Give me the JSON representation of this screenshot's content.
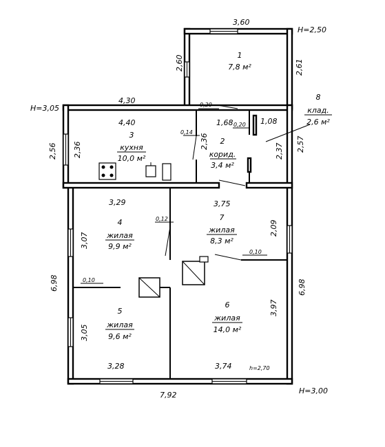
{
  "heights": {
    "top_right": "H=2,50",
    "left": "H=3,05",
    "bottom_right": "H=3,00"
  },
  "rooms": [
    {
      "number": "1",
      "name": "",
      "area": "7,8 м²"
    },
    {
      "number": "2",
      "name": "корид.",
      "area": "3,4 м²"
    },
    {
      "number": "3",
      "name": "кухня",
      "area": "10,0 м²"
    },
    {
      "number": "4",
      "name": "жилая",
      "area": "9,9 м²"
    },
    {
      "number": "5",
      "name": "жилая",
      "area": "9,6 м²"
    },
    {
      "number": "6",
      "name": "жилая",
      "area": "14,0 м²"
    },
    {
      "number": "7",
      "name": "жилая",
      "area": "8,3 м²"
    },
    {
      "number": "8",
      "name": "клад.",
      "area": "2,6 м²"
    }
  ],
  "dimensions": {
    "top_annex": "3,60",
    "annex_left": "2,60",
    "annex_right": "2,61",
    "top_main": "4,30",
    "kitchen_width": "4,40",
    "corridor_top": "1,68",
    "storage_top": "1,08",
    "gap_020_a": "0,20",
    "gap_020_b": "0,20",
    "partition_014": "0,14",
    "left_outer": "2,56",
    "kitchen_height": "2,36",
    "kitchen_partition": "2,36",
    "corridor_height": "2,37",
    "right_outer_upper": "2,57",
    "room4_width": "3,29",
    "room7_width": "3,75",
    "partition_012": "0,12",
    "room4_height": "3,07",
    "room7_height": "2,09",
    "partition_010_right": "0,10",
    "left_outer_lower": "6,98",
    "right_outer_lower": "6,98",
    "partition_010_left": "0,10",
    "room6_height": "3,97",
    "room5_height": "3,05",
    "room5_width": "3,28",
    "room6_width": "3,74",
    "ceiling_note": "h=2,70",
    "bottom_total": "7,92"
  }
}
